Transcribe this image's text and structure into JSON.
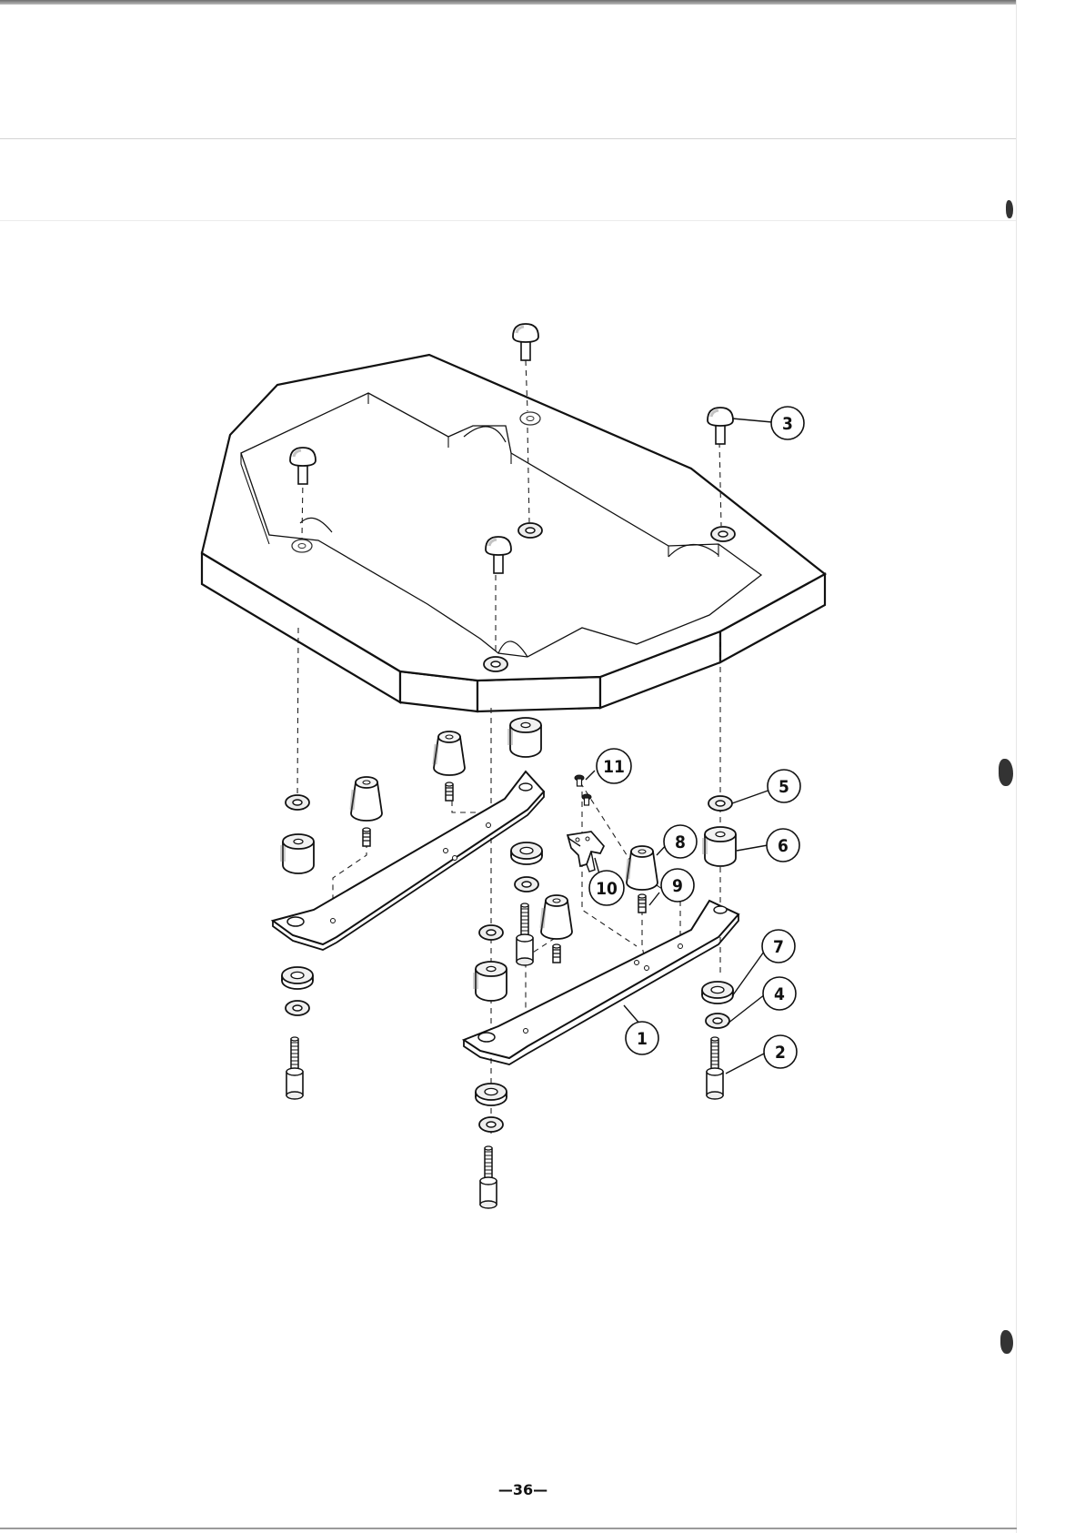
{
  "page_number": "—36—",
  "callouts": [
    {
      "id": "1",
      "label": "1"
    },
    {
      "id": "2",
      "label": "2"
    },
    {
      "id": "3",
      "label": "3"
    },
    {
      "id": "4",
      "label": "4"
    },
    {
      "id": "5",
      "label": "5"
    },
    {
      "id": "6",
      "label": "6"
    },
    {
      "id": "7",
      "label": "7"
    },
    {
      "id": "8",
      "label": "8"
    },
    {
      "id": "9",
      "label": "9"
    },
    {
      "id": "10",
      "label": "10"
    },
    {
      "id": "11",
      "label": "11"
    }
  ]
}
